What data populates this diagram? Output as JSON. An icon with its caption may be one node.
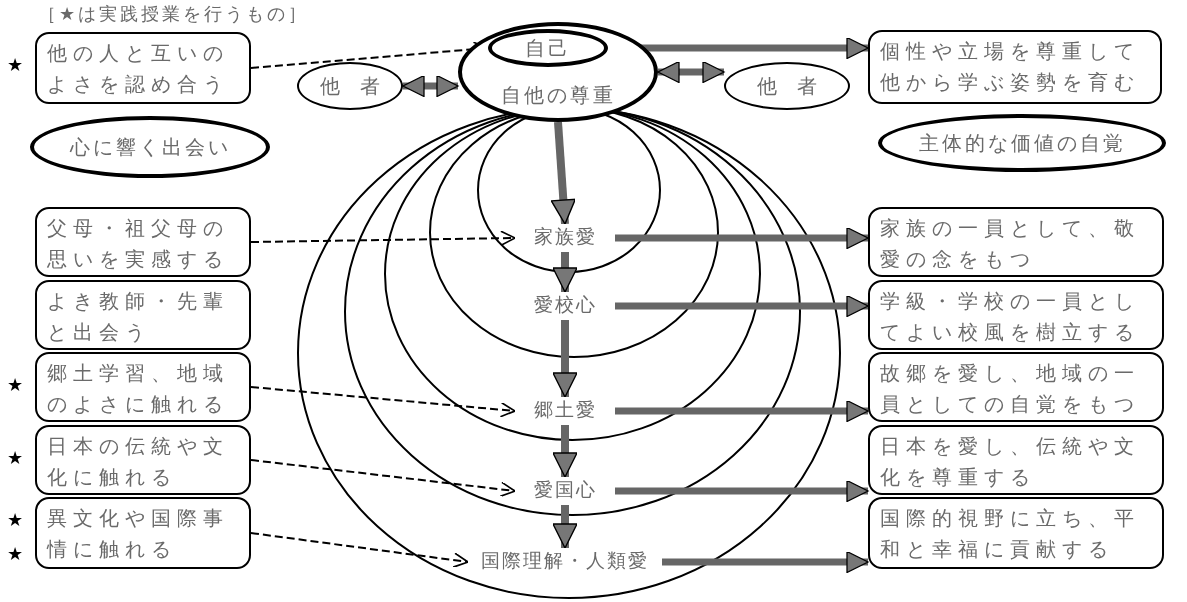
{
  "diagram": {
    "nodes": [
      {
        "text": [
          "他の人と互いのよさを認め合う"
        ],
        "beside": [
          "★"
        ]
      },
      {
        "text": [
          "他　者"
        ]
      },
      {
        "text": [
          "自他の尊重"
        ]
      },
      {
        "text": [
          "自己"
        ],
        "in": 2
      },
      {
        "text": [
          "他　者"
        ]
      },
      {
        "text": [
          "個性や立場を尊重して他から学ぶ姿勢を育む"
        ]
      },
      {
        "text": [
          "心に響く出会い"
        ]
      },
      {
        "text": [
          "主体的な価値の自覚"
        ]
      },
      {
        "text": [
          "家族愛"
        ]
      },
      {
        "text": [
          "愛校心"
        ]
      },
      {
        "text": [
          "郷土愛"
        ]
      },
      {
        "text": [
          "愛国心"
        ]
      },
      {
        "text": [
          "国際理解・人類愛"
        ]
      },
      {
        "text": [
          "父母・祖父母の思いを実感する"
        ]
      },
      {
        "text": [
          "よき教師・先輩と出会う"
        ]
      },
      {
        "text": [
          "郷土学習、地域のよさに触れる"
        ],
        "beside": [
          "★"
        ]
      },
      {
        "text": [
          "日本の伝統や文化に触れる"
        ],
        "beside": [
          "★"
        ]
      },
      {
        "text": [
          "異文化や国際事情に触れる"
        ],
        "beside": [
          "★",
          "★"
        ]
      },
      {
        "text": [
          "家族の一員として、敬愛の念をもつ"
        ]
      },
      {
        "text": [
          "学級・学校の一員としてよい校風を樹立する"
        ]
      },
      {
        "text": [
          "故郷を愛し、地域の一員としての自覚をもつ"
        ]
      },
      {
        "text": [
          "日本を愛し、伝統や文化を尊重する"
        ]
      },
      {
        "text": [
          "国際的視野に立ち、平和と幸福に貢献する"
        ]
      }
    ],
    "edges": [
      {
        "from": 0,
        "to": 3,
        "arrow": "to",
        "style": "dashed",
        "color": "#000000"
      },
      {
        "from": 1,
        "to": 2,
        "arrow": "both"
      },
      {
        "from": 2,
        "to": 4,
        "arrow": "both"
      },
      {
        "from": 3,
        "to": 5,
        "arrow": "to"
      },
      {
        "from": 2,
        "to": 8,
        "arrow": "to"
      },
      {
        "from": 8,
        "to": 9,
        "arrow": "to"
      },
      {
        "from": 9,
        "to": 10,
        "arrow": "to"
      },
      {
        "from": 10,
        "to": 11,
        "arrow": "to"
      },
      {
        "from": 11,
        "to": 12,
        "arrow": "to"
      },
      {
        "from": 13,
        "to": 8,
        "arrow": "to",
        "style": "dashed",
        "color": "#000000"
      },
      {
        "from": 15,
        "to": 10,
        "arrow": "to",
        "style": "dashed",
        "color": "#000000"
      },
      {
        "from": 16,
        "to": 11,
        "arrow": "to",
        "style": "dashed",
        "color": "#000000"
      },
      {
        "from": 17,
        "to": 12,
        "arrow": "to",
        "style": "dashed",
        "color": "#000000"
      },
      {
        "from": 8,
        "to": 18,
        "arrow": "to"
      },
      {
        "from": 9,
        "to": 19,
        "arrow": "to"
      },
      {
        "from": 10,
        "to": 20,
        "arrow": "to"
      },
      {
        "from": 11,
        "to": 21,
        "arrow": "to"
      },
      {
        "from": 12,
        "to": 22,
        "arrow": "to"
      }
    ],
    "labels": [
      "［★は実践授業を行うもの］"
    ]
  }
}
